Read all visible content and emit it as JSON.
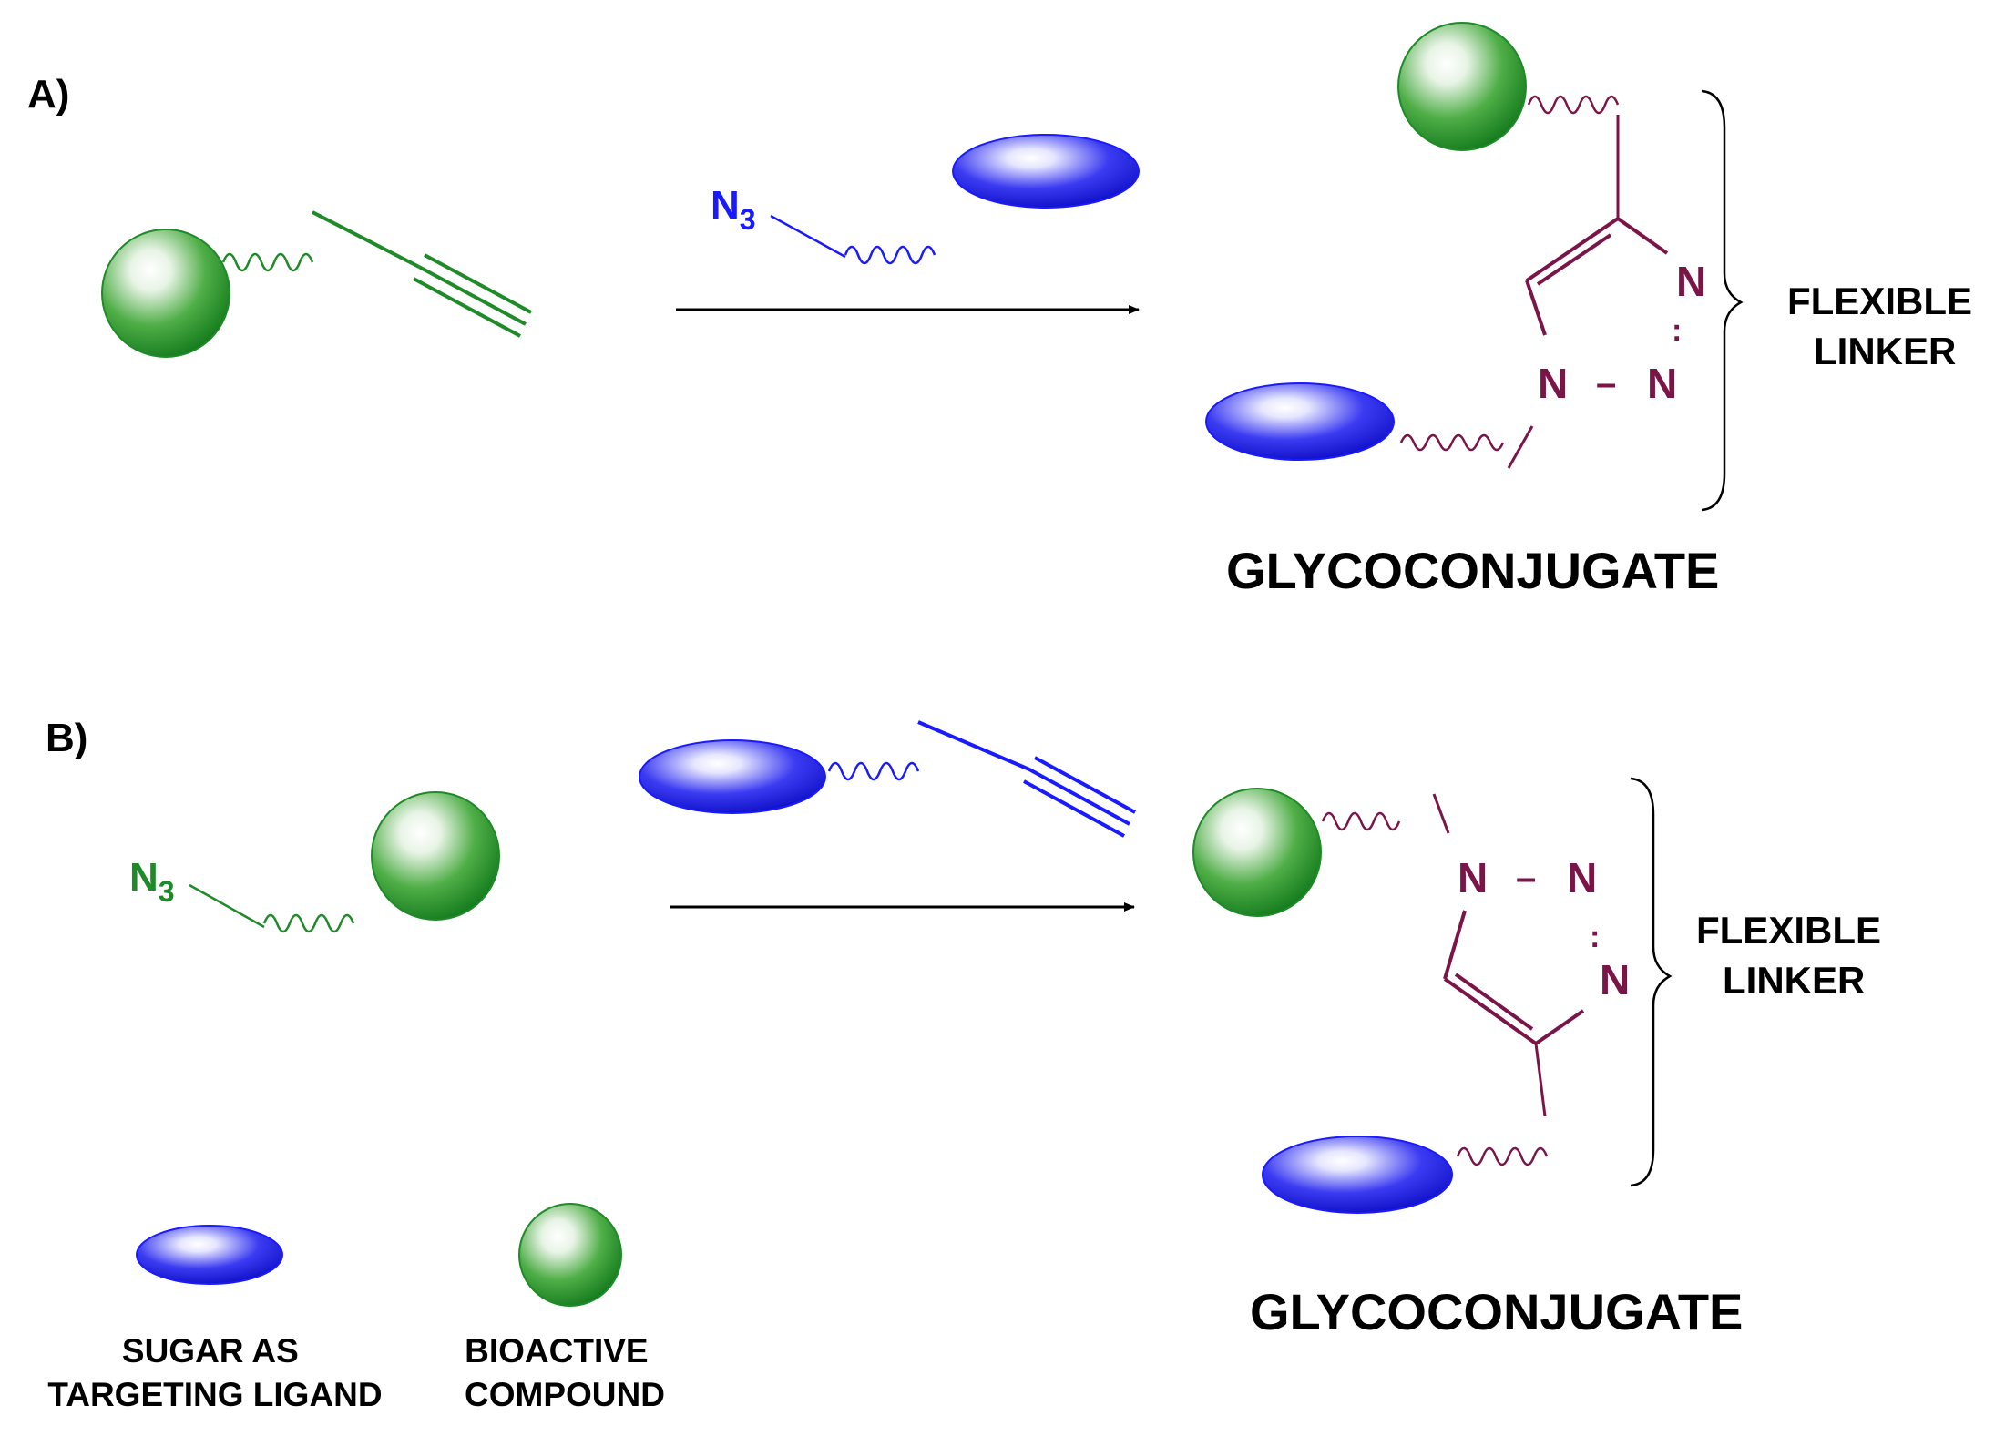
{
  "panel_a": {
    "label": "A)",
    "reagent_label": "N",
    "reagent_subscript": "3",
    "product": {
      "n1": "N",
      "n2": "N",
      "n3": "N",
      "bond_dash": "–",
      "bracket_label_line1": "FLEXIBLE",
      "bracket_label_line2": "LINKER",
      "title": "GLYCOCONJUGATE"
    }
  },
  "panel_b": {
    "label": "B)",
    "reactant_label": "N",
    "reactant_subscript": "3",
    "product": {
      "n1": "N",
      "n2": "N",
      "n3": "N",
      "bond_dash": "–",
      "bracket_label_line1": "FLEXIBLE",
      "bracket_label_line2": "LINKER",
      "title": "GLYCOCONJUGATE"
    }
  },
  "legend": {
    "sugar_line1": "SUGAR  AS",
    "sugar_line2": "TARGETING LIGAND",
    "bioactive_line1": "BIOACTIVE",
    "bioactive_line2": "COMPOUND"
  },
  "colors": {
    "green": "#1e8a28",
    "blue": "#1a1aff",
    "maroon": "#7a1548",
    "black": "#000000"
  }
}
